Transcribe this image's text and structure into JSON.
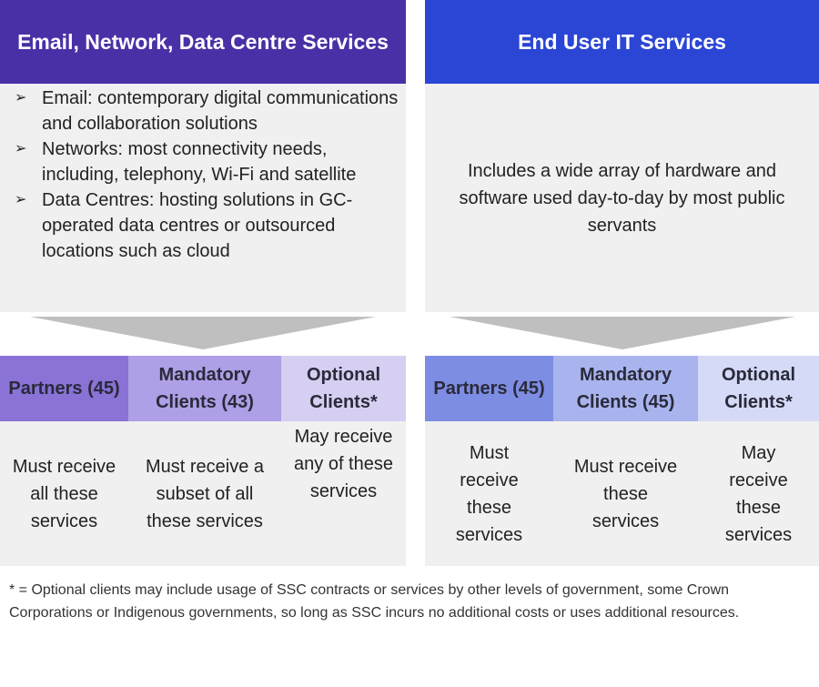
{
  "left": {
    "title": "Email, Network, Data Centre Services",
    "bullets": [
      "Email: contemporary digital communications and collaboration solutions",
      "Networks: most connectivity needs, including, telephony, Wi-Fi and satellite",
      "Data Centres: hosting solutions in GC-operated data centres or outsourced locations such as cloud"
    ],
    "groups": [
      {
        "label": "Partners (45)",
        "desc": "Must receive all these services"
      },
      {
        "label": "Mandatory Clients (43)",
        "desc": "Must receive a subset of all these services"
      },
      {
        "label": "Optional Clients*",
        "desc": "May receive any of these services"
      }
    ]
  },
  "right": {
    "title": "End User IT Services",
    "description": "Includes a wide array of hardware and software used day-to-day by most public servants",
    "groups": [
      {
        "label": "Partners (45)",
        "desc": "Must receive these services"
      },
      {
        "label": "Mandatory Clients (45)",
        "desc": "Must receive these services"
      },
      {
        "label": "Optional Clients*",
        "desc": "May receive these services"
      }
    ]
  },
  "footnote": "* = Optional clients may include usage of SSC contracts or services by other levels of government, some Crown Corporations or Indigenous governments, so long as SSC incurs no additional costs or uses additional resources."
}
